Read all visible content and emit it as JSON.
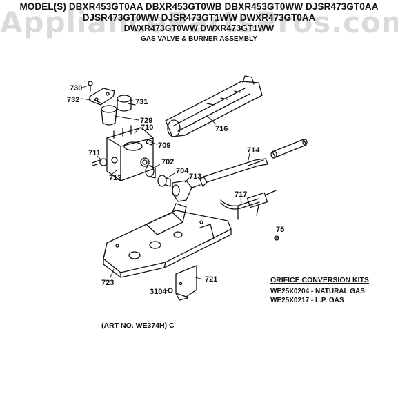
{
  "header": {
    "line1": "MODEL(S) DBXR453GT0AA  DBXR453GT0WB  DBXR453GT0WW  DJSR473GT0AA",
    "line2": "DJSR473GT0WW  DJSR473GT1WW  DWXR473GT0AA",
    "line3": "DWXR473GT0WW  DWXR473GT1WW",
    "line4": "GAS VALVE & BURNER ASSEMBLY"
  },
  "watermark": "AppliancePartsPros.com",
  "callouts": {
    "c730": "730",
    "c732": "732",
    "c731": "731",
    "c729": "729",
    "c710": "710",
    "c709": "709",
    "c716": "716",
    "c711": "711",
    "c702": "702",
    "c704": "704",
    "c712": "712",
    "c713": "713",
    "c714": "714",
    "c717": "717",
    "c75": "75",
    "c723": "723",
    "c721": "721",
    "c3104": "3104"
  },
  "orifice_kits": {
    "title": "ORIFICE CONVERSION KITS",
    "natural": "WE25X0204 - NATURAL GAS",
    "lp": "WE25X0217 - L.P. GAS"
  },
  "art_no": "(ART NO. WE374H) C",
  "colors": {
    "ink": "#111111",
    "watermark": "#969696"
  }
}
